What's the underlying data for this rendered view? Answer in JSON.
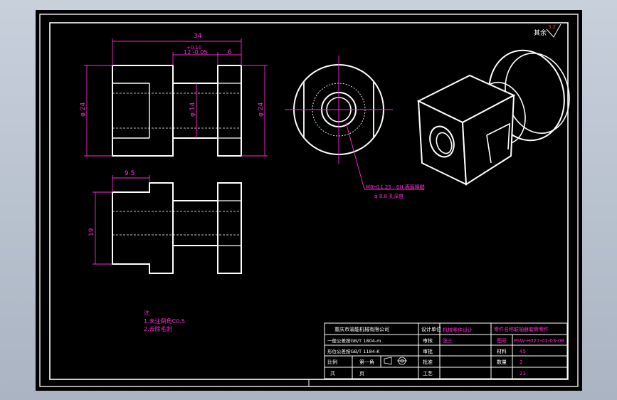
{
  "drawing": {
    "surface_mark": "其余",
    "surface_value": "3.2",
    "dims": {
      "overall_length": "34",
      "tol_upper": "+0.10",
      "slot_width": "12 -0.05",
      "end_width": "6",
      "left_dia": "φ 24",
      "mid_dia": "φ 14",
      "right_dia": "φ 24",
      "offset_width": "9.5",
      "height": "19"
    },
    "leader_note_1": "M8H11.25 - 6H 表面粗糙",
    "leader_note_2": "φ 8.8 孔深度",
    "tech_notes": {
      "title": "注",
      "line1": "1.未注倒角C0.5",
      "line2": "2.去除毛刺"
    }
  },
  "title_block": {
    "r1_company": "重庆市渝能机械有限公司",
    "r1_c2": "设计单位",
    "r1_c3": "机械零件设计",
    "r1_c4": "零件名称",
    "r1_c5": "联轴器套筒零件",
    "r2_c1": "一般公差按GB/T 1804-m",
    "r2_c2": "审核",
    "r2_c3": "张三",
    "r2_c4": "图号",
    "r2_c5": "PSW-H027-01-03-08",
    "r3_c1": "形位公差按GB/T 1184-K",
    "r3_c2": "审批",
    "r3_c4": "材料",
    "r3_c5": "45",
    "r4_c1": "比例",
    "r4_c2": "第一角",
    "r4_c4": "批准",
    "r4_c5": "数量",
    "r4_c6": "2",
    "r5_c1": "共",
    "r5_c2": "页",
    "r5_c4": "工艺",
    "r5_c5": "21"
  }
}
